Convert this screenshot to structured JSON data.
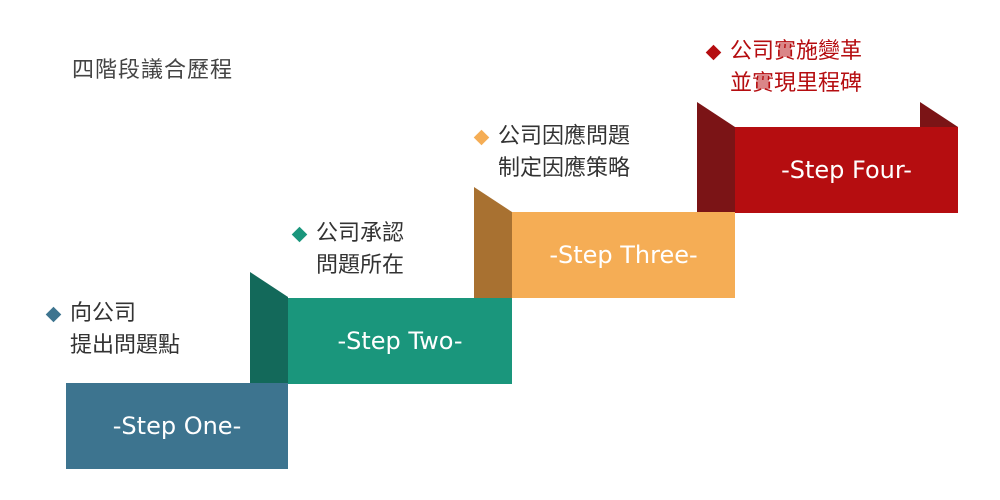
{
  "title": "四階段議合歷程",
  "steps": [
    {
      "label": "-Step One-",
      "caption_lines": [
        "向公司",
        "提出問題點"
      ],
      "color": "#3d748f",
      "fold_color": "#2c5669"
    },
    {
      "label": "-Step Two-",
      "caption_lines": [
        "公司承認",
        "問題所在"
      ],
      "color": "#1a967c",
      "fold_color": "#13695a"
    },
    {
      "label": "-Step Three-",
      "caption_lines": [
        "公司因應問題",
        "制定因應策略"
      ],
      "color": "#f5ad55",
      "fold_color": "#a87131"
    },
    {
      "label": "-Step Four-",
      "caption_lines": [
        "公司實施變革",
        "並實現里程碑"
      ],
      "color": "#b50d10",
      "fold_color": "#7b1416"
    }
  ],
  "caption_text_color": "#333333",
  "caption_text_color_step4": "#b50d10"
}
